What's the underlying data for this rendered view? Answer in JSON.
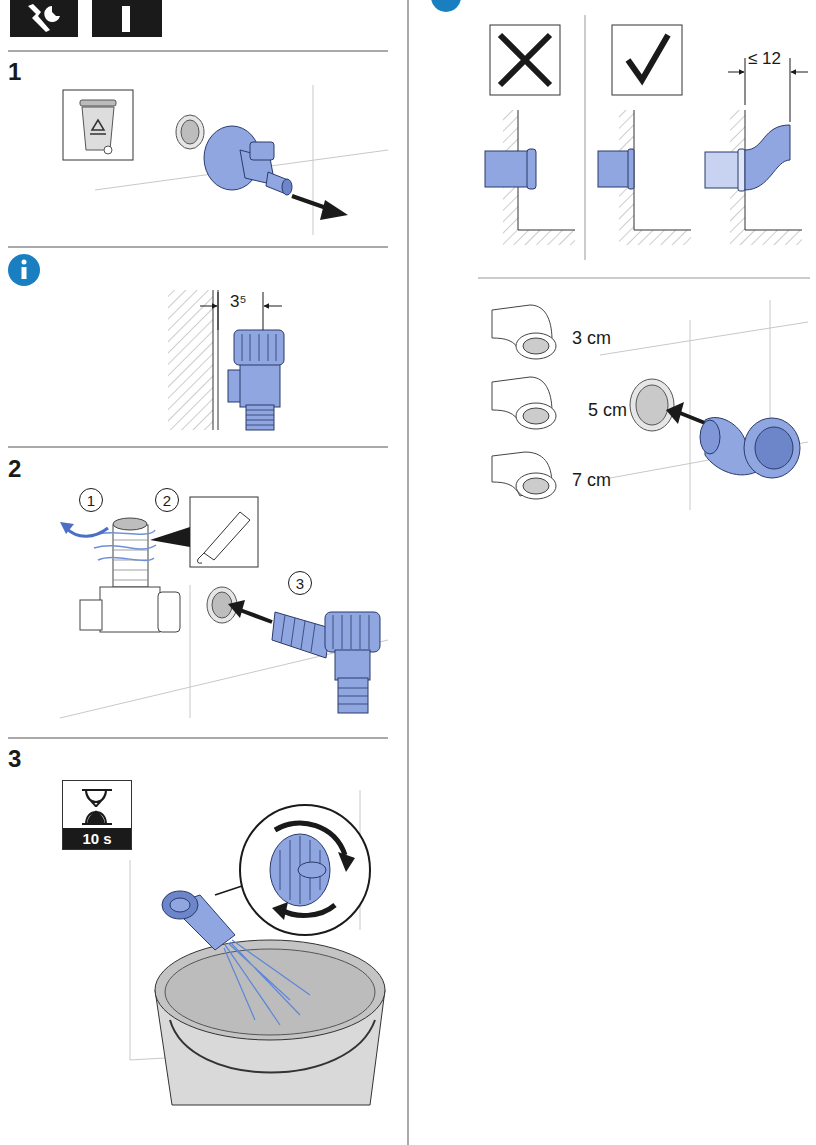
{
  "diagram": {
    "nodes": [
      {
        "text": [
          "1"
        ]
      },
      {
        "text": [
          "2"
        ]
      },
      {
        "text": [
          "3"
        ]
      },
      {
        "text": [
          "10 s"
        ]
      }
    ],
    "labels": [
      "1",
      "3⁵",
      "2",
      "3",
      "≤ 12",
      "3 cm",
      "5 cm",
      "7 cm"
    ]
  }
}
